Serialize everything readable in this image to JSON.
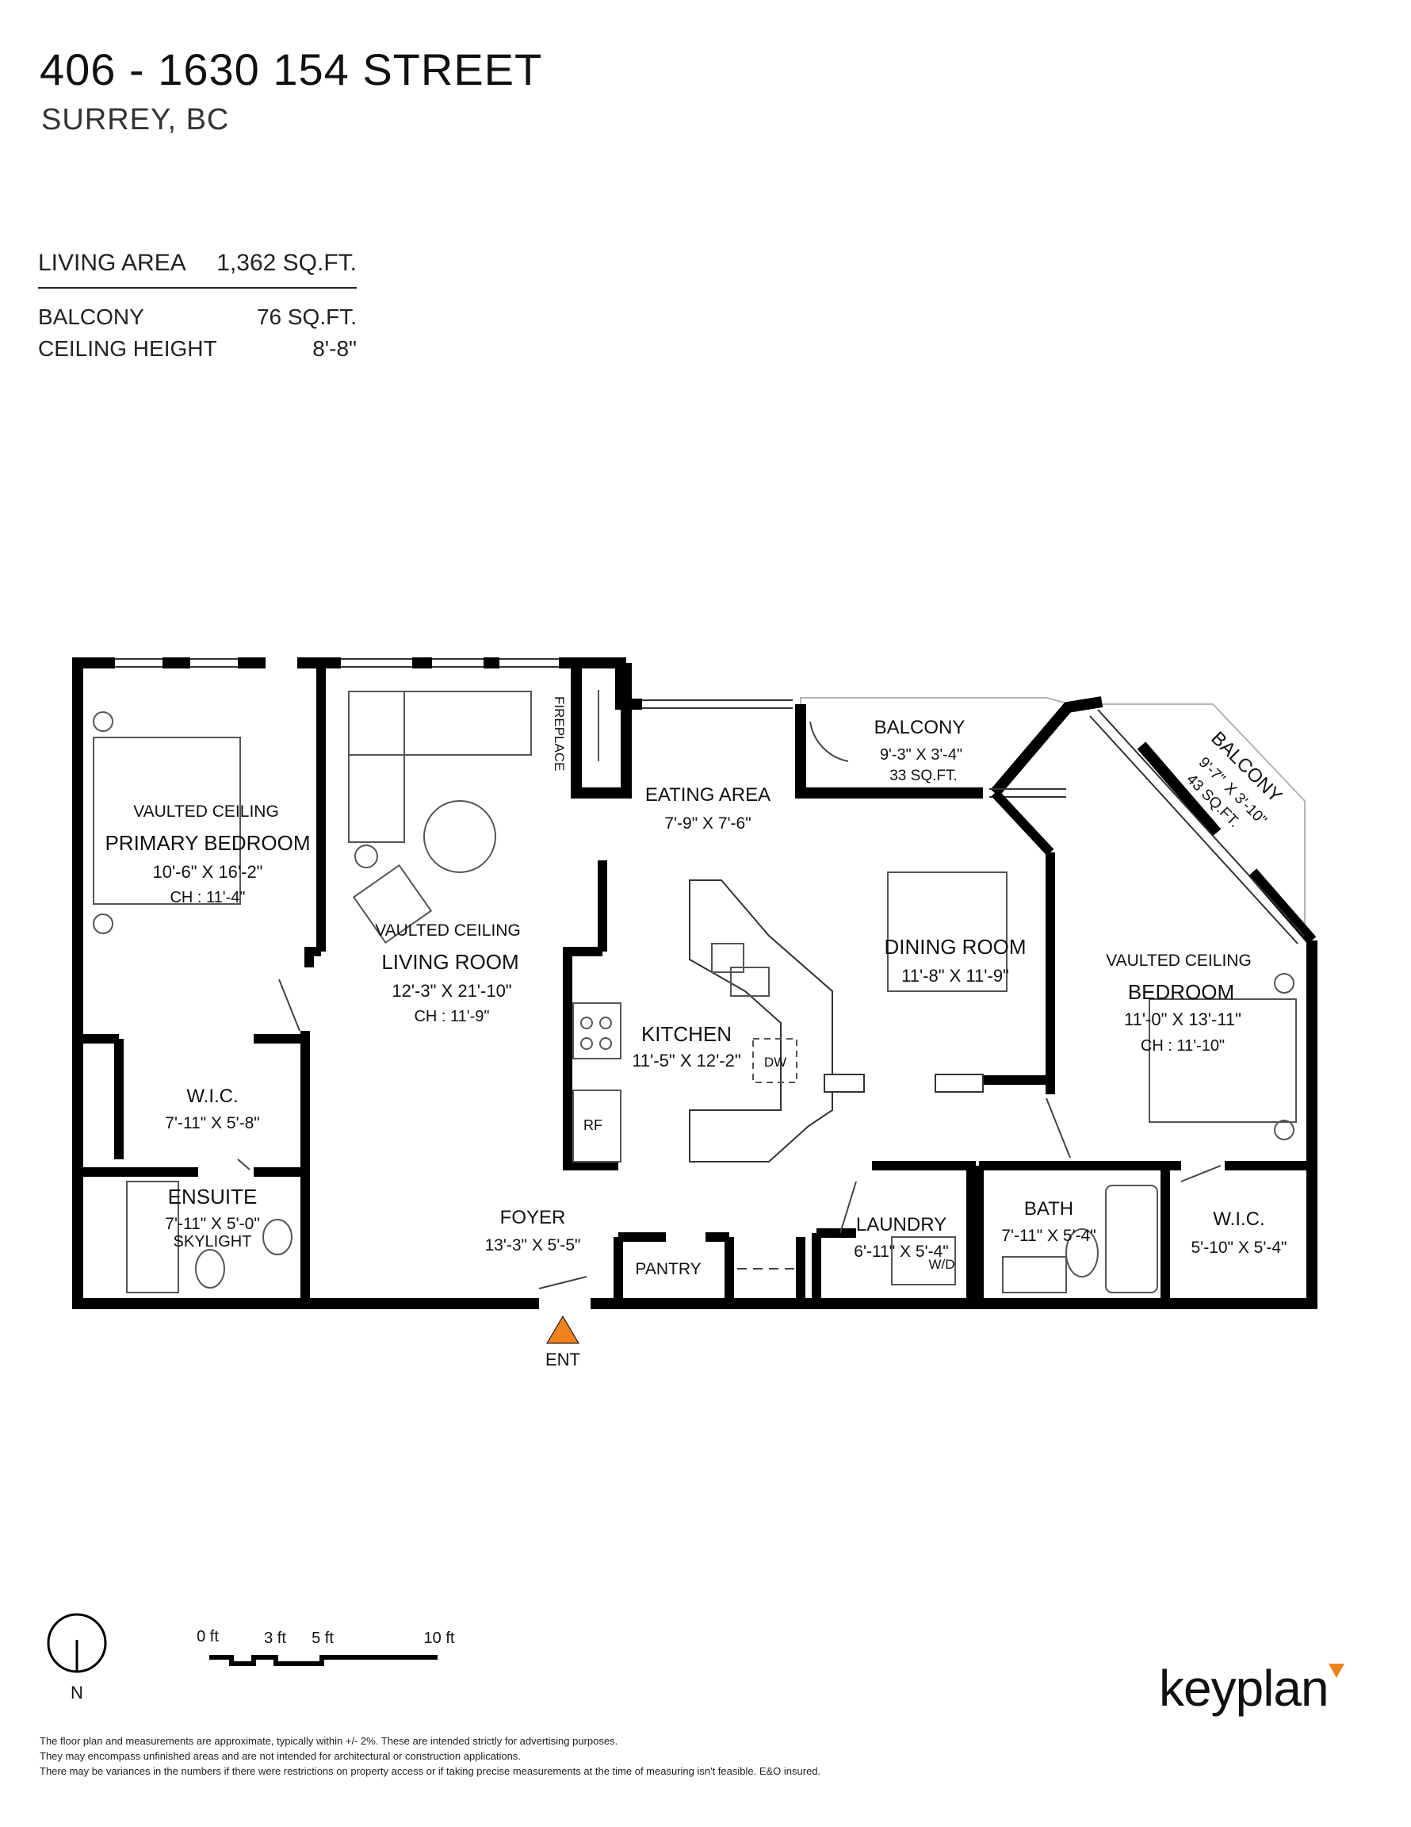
{
  "header": {
    "address": "406 - 1630 154 STREET",
    "city": "SURREY, BC"
  },
  "stats": [
    {
      "label": "LIVING AREA",
      "value": "1,362 SQ.FT."
    },
    {
      "label": "BALCONY",
      "value": "76 SQ.FT."
    },
    {
      "label": "CEILING HEIGHT",
      "value": "8'-8\""
    }
  ],
  "rooms": {
    "primary_bedroom": {
      "note": "VAULTED CEILING",
      "name": "PRIMARY BEDROOM",
      "dims": "10'-6\"  X  16'-2\"",
      "ch": "CH : 11'-4\""
    },
    "living_room": {
      "note": "VAULTED CEILING",
      "name": "LIVING ROOM",
      "dims": "12'-3\"  X  21'-10\"",
      "ch": "CH : 11'-9\""
    },
    "fireplace": {
      "name": "FIREPLACE"
    },
    "eating_area": {
      "name": "EATING AREA",
      "dims": "7'-9\"   X   7'-6\""
    },
    "balcony_1": {
      "name": "BALCONY",
      "dims": "9'-3\"  X  3'-4\"",
      "area": "33 SQ.FT."
    },
    "balcony_2": {
      "name": "BALCONY",
      "dims1": "9'-7\"",
      "dims2": "X 3'-10\"",
      "area": "43 SQ.FT."
    },
    "kitchen": {
      "name": "KITCHEN",
      "dims": "11'-5\"  X  12'-2\"",
      "dw": "DW",
      "rf": "RF"
    },
    "dining_room": {
      "name": "DINING ROOM",
      "dims": "11'-8\"   X   11'-9\""
    },
    "bedroom": {
      "note": "VAULTED CEILING",
      "name": "BEDROOM",
      "dims": "11'-0\"  X  13'-11\"",
      "ch": "CH : 11'-10\""
    },
    "wic_1": {
      "name": "W.I.C.",
      "dims": "7'-11\"  X  5'-8\""
    },
    "ensuite": {
      "name": "ENSUITE",
      "dims": "7'-11\"  X  5'-0\"",
      "note": "SKYLIGHT"
    },
    "foyer": {
      "name": "FOYER",
      "dims": "13'-3\"  X  5'-5\""
    },
    "pantry": {
      "name": "PANTRY"
    },
    "laundry": {
      "name": "LAUNDRY",
      "dims": "6'-11\"  X  5'-4\"",
      "wd": "W/D"
    },
    "bath": {
      "name": "BATH",
      "dims": "7'-11\" X 5'-4\""
    },
    "wic_2": {
      "name": "W.I.C.",
      "dims": "5'-10\" X 5'-4\""
    }
  },
  "entry": {
    "label": "ENT",
    "color": "#f0821e"
  },
  "compass": {
    "label": "N"
  },
  "scale": {
    "ticks": [
      "0 ft",
      "3 ft",
      "5 ft",
      "10 ft"
    ]
  },
  "disclaimer": [
    "The floor plan and measurements are approximate, typically within +/- 2%. These are intended strictly for advertising purposes.",
    "They may encompass unfinished areas and are not intended for architectural or construction applications.",
    "There may be variances in the numbers if there were restrictions on property access or if taking precise measurements at the time of measuring isn't feasible. E&O insured."
  ],
  "brand": {
    "name": "keyplan",
    "accent": "#f0821e"
  }
}
